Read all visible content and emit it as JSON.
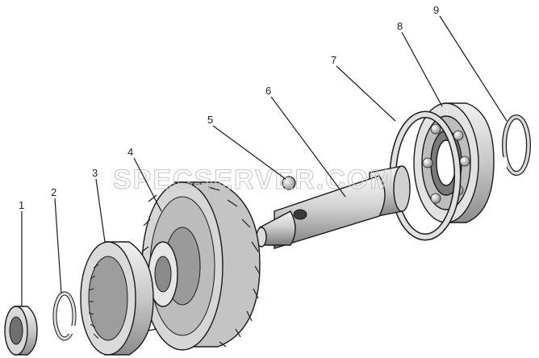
{
  "watermark": "SPECSERVER.COM",
  "callouts": [
    "1",
    "2",
    "3",
    "4",
    "5",
    "6",
    "7",
    "8",
    "9"
  ]
}
